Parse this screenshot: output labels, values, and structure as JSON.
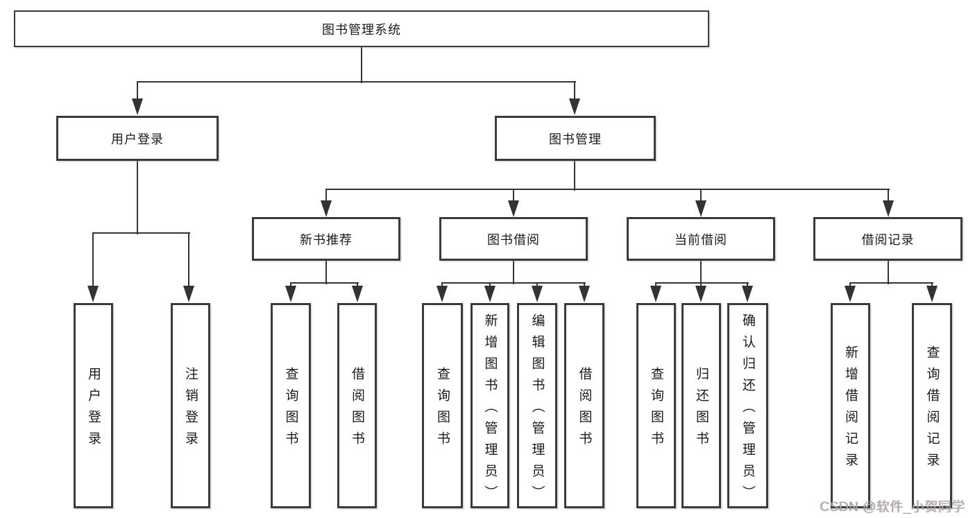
{
  "tree": {
    "root": {
      "label": "图书管理系统"
    },
    "branches": [
      {
        "label": "用户登录",
        "children": [
          {
            "label": "用户登录"
          },
          {
            "label": "注销登录"
          }
        ]
      },
      {
        "label": "图书管理",
        "children": [
          {
            "label": "新书推荐",
            "children": [
              {
                "label": "查询图书"
              },
              {
                "label": "借阅图书"
              }
            ]
          },
          {
            "label": "图书借阅",
            "children": [
              {
                "label": "查询图书"
              },
              {
                "label": "新增图书（管理员）"
              },
              {
                "label": "编辑图书（管理员）"
              },
              {
                "label": "借阅图书"
              }
            ]
          },
          {
            "label": "当前借阅",
            "children": [
              {
                "label": "查询图书"
              },
              {
                "label": "归还图书"
              },
              {
                "label": "确认归还（管理员）"
              }
            ]
          },
          {
            "label": "借阅记录",
            "children": [
              {
                "label": "新增借阅记录"
              },
              {
                "label": "查询借阅记录"
              }
            ]
          }
        ]
      }
    ]
  },
  "watermark": {
    "text": "CSDN @软件_小贺同学"
  },
  "colors": {
    "line": "#333333",
    "box_border": "#3a3a3e",
    "text": "#1a1a1a",
    "watermark": "#a8a8a8",
    "background": "#ffffff"
  }
}
